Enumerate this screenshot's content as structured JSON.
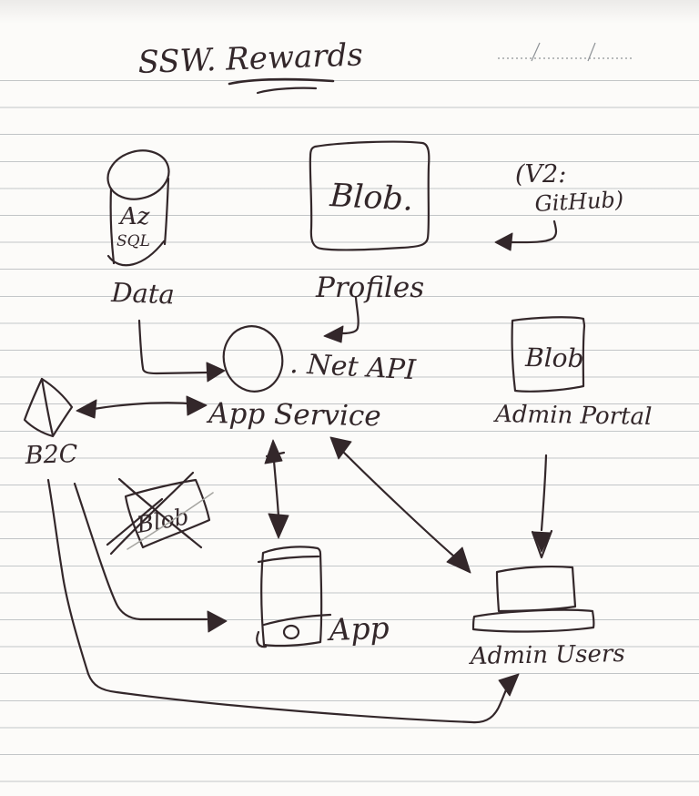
{
  "page": {
    "title": "SSW. Rewards"
  },
  "colors": {
    "ink": "#33272a",
    "rule_line": "#bfc2c4",
    "paper": "#fcfbf9"
  },
  "nodes": {
    "database": {
      "label_line1": "Az",
      "label_line2": "SQL",
      "caption": "Data",
      "shape": "cylinder"
    },
    "profiles": {
      "label": "Blob.",
      "caption": "Profiles",
      "shape": "box"
    },
    "github": {
      "line1": "(V2:",
      "line2": "GitHub)",
      "shape": "note"
    },
    "api": {
      "label": ". Net API",
      "caption": "App Service",
      "shape": "ellipse"
    },
    "b2c": {
      "caption": "B2C",
      "shape": "pyramid"
    },
    "crossed_blob": {
      "label": "Blob",
      "status": "crossed-out",
      "shape": "box"
    },
    "admin_portal": {
      "label": "Blob",
      "caption": "Admin Portal",
      "shape": "box"
    },
    "app": {
      "caption": "App",
      "shape": "phone"
    },
    "admin_users": {
      "caption": "Admin Users",
      "shape": "monitor"
    }
  },
  "connections": [
    {
      "from": "Data",
      "to": ".Net API",
      "direction": "one-way"
    },
    {
      "from": "Profiles",
      "to": ".Net API",
      "direction": "one-way"
    },
    {
      "from": "GitHub (V2)",
      "to": "Profiles",
      "direction": "one-way"
    },
    {
      "from": "B2C",
      "to": "App Service",
      "direction": "two-way"
    },
    {
      "from": "App Service",
      "to": "App",
      "direction": "two-way"
    },
    {
      "from": "App Service",
      "to": "Admin Users",
      "direction": "two-way"
    },
    {
      "from": "Admin Portal",
      "to": "Admin Users",
      "direction": "one-way"
    },
    {
      "from": "B2C",
      "to": "App",
      "direction": "one-way"
    },
    {
      "from": "B2C",
      "to": "Admin Users",
      "direction": "one-way"
    }
  ]
}
